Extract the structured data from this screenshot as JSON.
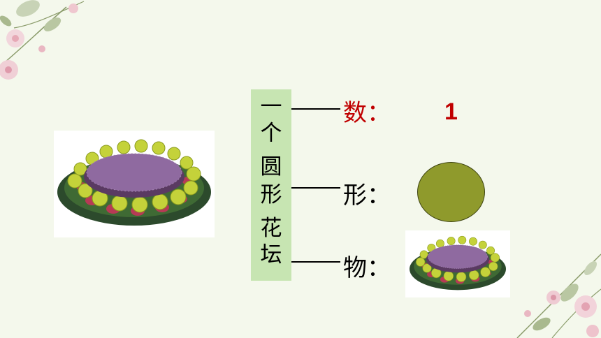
{
  "label_chars": [
    "一",
    "个",
    "圆",
    "形",
    "花",
    "坛"
  ],
  "rows": {
    "number": {
      "label": "数：",
      "value": "1",
      "color": "#c00000"
    },
    "shape": {
      "label": "形：",
      "shape": "circle",
      "color": "#8f9a2c"
    },
    "object": {
      "label": "物："
    }
  },
  "colors": {
    "background": "#f4f8ec",
    "label_box": "#c7e5b2",
    "accent_red": "#c00000",
    "circle_fill": "#8f9a2c"
  },
  "icons": [
    "flower-bed-photo",
    "flower-bed-photo-small",
    "flower-decoration"
  ]
}
